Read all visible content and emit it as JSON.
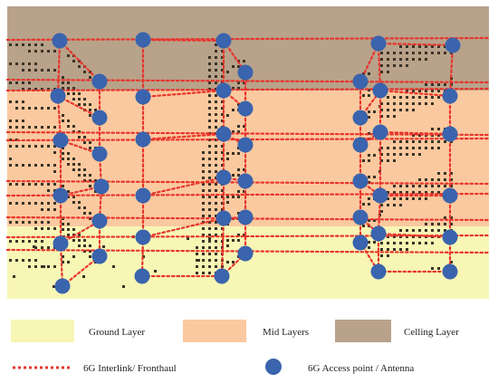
{
  "colors": {
    "ceiling_layer": "#b8a28a",
    "mid_layers": "#fbc99f",
    "ground_layer": "#f7f6b5",
    "interlink": "#e8342c",
    "access_point": "#3a64ad",
    "window_dots": "#3a3226"
  },
  "legend": {
    "ground_layer": "Ground Layer",
    "mid_layers": "Mid Layers",
    "ceiling_layer": "Celling Layer",
    "interlink": "6G Interlink/ Fronthaul",
    "access_point": "6G Access point / Antenna"
  },
  "icons": {
    "access_point": "filled-blue-circle",
    "interlink": "red-dotted-line"
  }
}
